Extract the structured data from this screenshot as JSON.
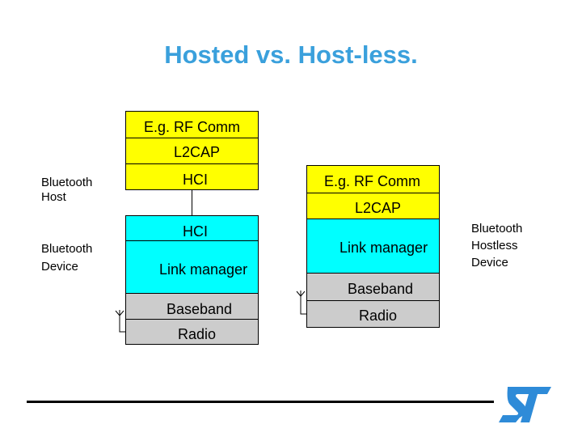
{
  "title": "Hosted vs. Host-less.",
  "colors": {
    "title": "#3aa0dc",
    "host_layer": "#ffff00",
    "device_layer": "#00ffff",
    "phy_layer": "#cccccc",
    "logo": "#2e8bd8"
  },
  "hosted": {
    "host_stack": [
      "E.g. RF Comm",
      "L2CAP",
      "HCI"
    ],
    "device_stack": [
      "HCI",
      "Link manager",
      "Baseband",
      "Radio"
    ],
    "host_label": [
      "Bluetooth",
      "Host"
    ],
    "device_label": [
      "Bluetooth",
      "Device"
    ]
  },
  "hostless": {
    "stack": [
      "E.g. RF Comm",
      "L2CAP",
      "Link manager",
      "Baseband",
      "Radio"
    ],
    "label": [
      "Bluetooth",
      "Hostless",
      "Device"
    ]
  },
  "icons": {
    "antenna": "antenna-icon",
    "logo": "st-logo"
  }
}
